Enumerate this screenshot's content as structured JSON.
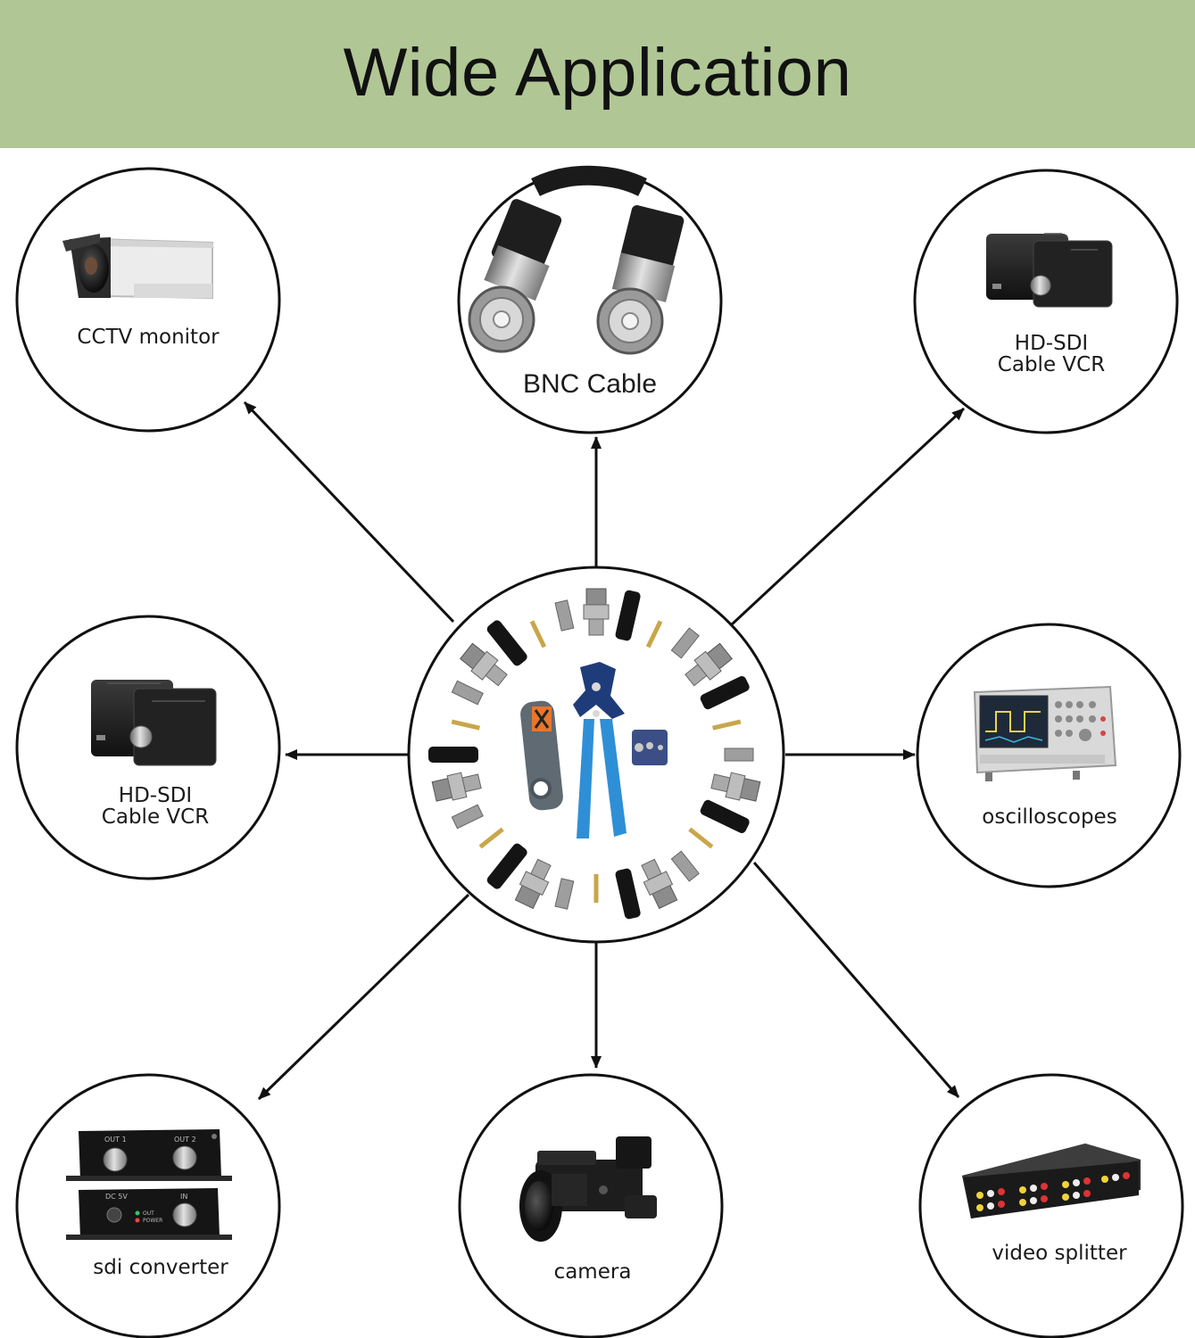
{
  "banner": {
    "title": "Wide Application"
  },
  "center": {
    "name": "bnc-crimping-kit"
  },
  "nodes": [
    {
      "id": "cctv",
      "label": [
        "CCTV monitor"
      ],
      "icon": "cctv-camera-icon"
    },
    {
      "id": "bnc",
      "label": [
        "BNC Cable"
      ],
      "icon": "bnc-cable-icon"
    },
    {
      "id": "hdsdi-right",
      "label": [
        "HD-SDI",
        "Cable VCR"
      ],
      "icon": "hd-sdi-extender-icon"
    },
    {
      "id": "hdsdi-left",
      "label": [
        "HD-SDI",
        "Cable VCR"
      ],
      "icon": "hd-sdi-extender-icon"
    },
    {
      "id": "oscilloscope",
      "label": [
        "oscilloscopes"
      ],
      "icon": "oscilloscope-icon"
    },
    {
      "id": "sdi-converter",
      "label": [
        "sdi converter"
      ],
      "icon": "sdi-converter-icon"
    },
    {
      "id": "camera",
      "label": [
        "camera"
      ],
      "icon": "video-camera-icon"
    },
    {
      "id": "splitter",
      "label": [
        "video splitter"
      ],
      "icon": "video-splitter-icon"
    }
  ],
  "device_text": {
    "out1": "OUT 1",
    "out2": "OUT 2",
    "dc5v": "DC 5V",
    "in": "IN",
    "led_out": "OUT",
    "led_power": "POWER"
  },
  "colors": {
    "banner": "#b0c795",
    "line": "#111111",
    "tool_blue": "#2f8fd6",
    "tool_orange": "#e8762c"
  }
}
